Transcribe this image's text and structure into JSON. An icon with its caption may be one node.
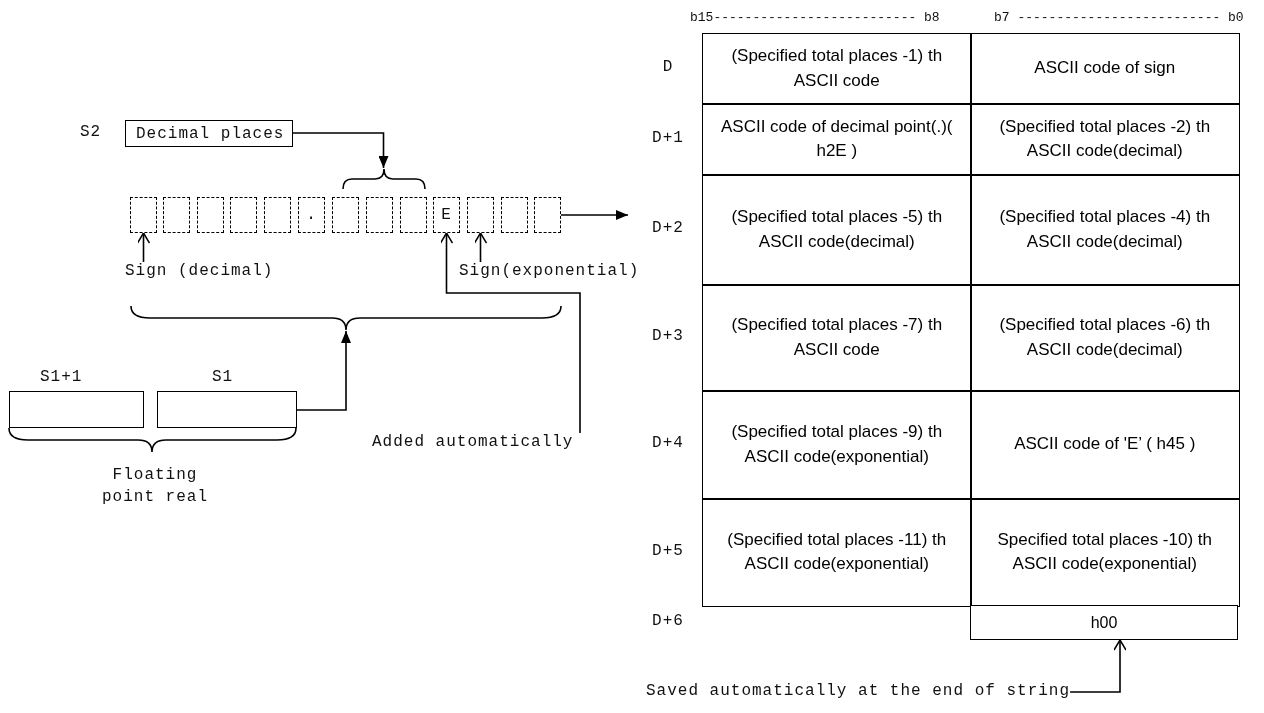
{
  "diagram": {
    "nodes": [
      {
        "text": [
          "Decimal places"
        ],
        "beside": [
          "S2"
        ]
      },
      {
        "text": [],
        "shape": "box"
      },
      {
        "text": [],
        "shape": "box"
      },
      {
        "text": [],
        "shape": "box"
      },
      {
        "text": [],
        "shape": "box"
      },
      {
        "text": [],
        "shape": "box"
      },
      {
        "text": [
          "."
        ]
      },
      {
        "text": [],
        "shape": "box"
      },
      {
        "text": [],
        "shape": "box"
      },
      {
        "text": [],
        "shape": "box"
      },
      {
        "text": [
          "E"
        ]
      },
      {
        "text": [],
        "shape": "box"
      },
      {
        "text": [],
        "shape": "box"
      },
      {
        "text": [],
        "shape": "box"
      },
      {
        "text": [],
        "shape": "brace"
      },
      {
        "text": [
          "Sign (decimal)"
        ]
      },
      {
        "text": [
          "Sign(exponential)"
        ]
      },
      {
        "text": [],
        "shape": "brace"
      },
      {
        "text": [],
        "shape": "box",
        "beside": [
          "S1+1"
        ]
      },
      {
        "text": [],
        "shape": "box",
        "beside": [
          "S1"
        ]
      },
      {
        "text": [
          "Added automatically"
        ]
      },
      {
        "text": [
          "h00"
        ]
      },
      {
        "text": [
          "Saved automatically at the end of string"
        ]
      }
    ],
    "edges": [
      {
        "from": 0,
        "to": 14,
        "arrow": "to"
      },
      {
        "from": 15,
        "to": 1,
        "arrow": "to"
      },
      {
        "from": 20,
        "to": 10,
        "arrow": "to"
      },
      {
        "from": 16,
        "to": 11,
        "arrow": "to"
      },
      {
        "from": 19,
        "to": 17,
        "arrow": "to"
      },
      {
        "from": 13,
        "to": null,
        "arrow": "to"
      },
      {
        "from": 22,
        "to": 21,
        "arrow": "to"
      }
    ],
    "labels": [
      "b15-------------------------- b8",
      "b7 -------------------------- b0",
      "D",
      "(Specified total places -1) th ASCII code",
      "ASCII code of sign",
      "D+1",
      "ASCII code of decimal point(.)( h2E )",
      "(Specified total places -2) th ASCII code(decimal)",
      "D+2",
      "(Specified total places -5) th ASCII code(decimal)",
      "(Specified total places -4) th ASCII code(decimal)",
      "D+3",
      "(Specified total places -7) th ASCII code",
      "(Specified total places -6) th ASCII code(decimal)",
      "D+4",
      "(Specified total places -9) th ASCII code(exponential)",
      "ASCII code of 'E’ ( h45 )",
      "D+5",
      "(Specified total places -11) th ASCII code(exponential)",
      "Specified total places -10) th ASCII code(exponential)",
      "D+6",
      "Floating point real"
    ]
  }
}
